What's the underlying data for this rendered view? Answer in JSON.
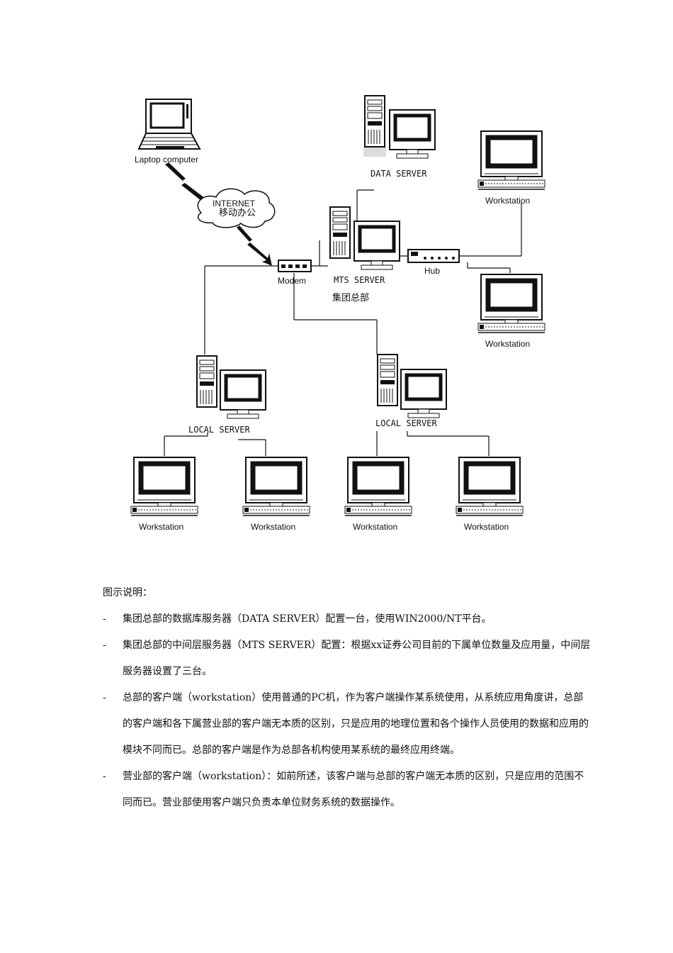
{
  "diagram": {
    "nodes": {
      "laptop": "Laptop computer",
      "internet": "INTERNET",
      "internet_sub": "移动办公",
      "data_server": "DATA  SERVER",
      "mts_server": "MTS  SERVER",
      "hq": "集团总部",
      "modem": "Modem",
      "hub": "Hub",
      "local_server_left": "LOCAL  SERVER",
      "local_server_right": "LOCAL  SERVER",
      "workstation": "Workstation"
    }
  },
  "legend": {
    "title": "图示说明：",
    "bullet": "-",
    "items": [
      "集团总部的数据库服务器（DATA SERVER）配置一台，使用WIN2000/NT平台。",
      "集团总部的中间层服务器（MTS SERVER）配置：根据xx证券公司目前的下属单位数量及应用量，中间层服务器设置了三台。",
      "总部的客户端（workstation）使用普通的PC机，作为客户端操作某系统使用，从系统应用角度讲，总部的客户端和各下属营业部的客户端无本质的区别，只是应用的地理位置和各个操作人员使用的数据和应用的模块不同而已。总部的客户端是作为总部各机构使用某系统的最终应用终端。",
      "营业部的客户端（workstation）：如前所述，该客户端与总部的客户端无本质的区别，只是应用的范围不同而已。营业部使用客户端只负责本单位财务系统的数据操作。"
    ]
  }
}
